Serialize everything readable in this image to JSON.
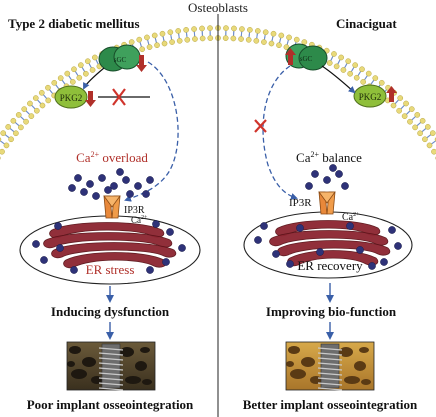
{
  "title": "Osteoblasts",
  "left": {
    "heading": "Type 2 diabetic mellitus",
    "sgc_label": "sGC",
    "pkg_label": "PKG2",
    "ca_text": "Ca",
    "ca_sup": "2+",
    "ca_suffix": " overload",
    "ip3r_label": "IP3R",
    "ca_small": "Ca",
    "ca_small_sup": "2+",
    "er_label": "ER stress",
    "outcome": "Inducing dysfunction",
    "implant": "Poor implant osseointegration"
  },
  "right": {
    "heading": "Cinaciguat",
    "sgc_label": "sGC",
    "pkg_label": "PKG2",
    "ca_text": "Ca",
    "ca_sup": "2+",
    "ca_suffix": " balance",
    "ip3r_label": "IP3R",
    "ca_small": "Ca",
    "ca_small_sup": "2+",
    "er_label": "ER recovery",
    "outcome": "Improving bio-function",
    "implant": "Better implant osseointegration"
  },
  "colors": {
    "membrane_head": "#e8d97a",
    "membrane_tail": "#6f8ecb",
    "sgc": "#2d8a4a",
    "pkg": "#8fbf3a",
    "down_arrow": "#b0302a",
    "inhibit_x": "#d0342c",
    "ip3r": "#e8883a",
    "calcium": "#2e3278",
    "er": "#8c2430",
    "ca_overload_text": "#b0302a",
    "flow_arrow": "#3a5fa8"
  }
}
